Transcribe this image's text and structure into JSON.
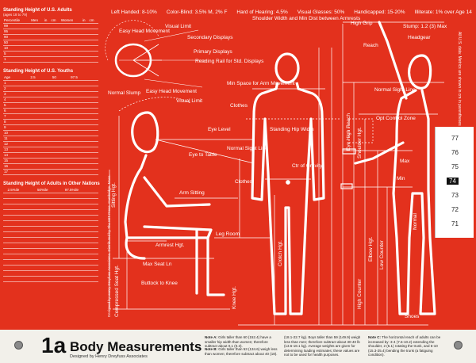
{
  "header_stats": [
    "Left Handed: 8-10%",
    "Color-Blind: 3.5% M, 2% F",
    "Hard of Hearing: 4.5%",
    "Visual Glasses: 50%",
    "Handicapped: 15-20%",
    "Illiterate: 1% over Age 14"
  ],
  "tables": {
    "adults_title": "Standing Height of U.S. Adults",
    "adults_sub": "(ages 18 to 79)",
    "adults_head": [
      "Percentile",
      "Men",
      "in",
      "cm",
      "Women",
      "in",
      "cm"
    ],
    "adults_rows": [
      [
        "99",
        "",
        "",
        "",
        "",
        "",
        ""
      ],
      [
        "95",
        "",
        "",
        "",
        "",
        "",
        ""
      ],
      [
        "90",
        "",
        "",
        "",
        "",
        "",
        ""
      ],
      [
        "50",
        "",
        "",
        "",
        "",
        "",
        ""
      ],
      [
        "10",
        "",
        "",
        "",
        "",
        "",
        ""
      ],
      [
        "5",
        "",
        "",
        "",
        "",
        "",
        ""
      ],
      [
        "1",
        "",
        "",
        "",
        "",
        "",
        ""
      ]
    ],
    "youths_title": "Standing Height of U.S. Youths",
    "youths_head": [
      "Age",
      "2.5",
      "50",
      "97.5"
    ],
    "youths_rows": [
      [
        "1",
        "",
        "",
        ""
      ],
      [
        "2",
        "",
        "",
        ""
      ],
      [
        "3",
        "",
        "",
        ""
      ],
      [
        "4",
        "",
        "",
        ""
      ],
      [
        "5",
        "",
        "",
        ""
      ],
      [
        "6",
        "",
        "",
        ""
      ],
      [
        "7",
        "",
        "",
        ""
      ],
      [
        "8",
        "",
        "",
        ""
      ],
      [
        "9",
        "",
        "",
        ""
      ],
      [
        "10",
        "",
        "",
        ""
      ],
      [
        "11",
        "",
        "",
        ""
      ],
      [
        "12",
        "",
        "",
        ""
      ],
      [
        "13",
        "",
        "",
        ""
      ],
      [
        "14",
        "",
        "",
        ""
      ],
      [
        "15",
        "",
        "",
        ""
      ],
      [
        "16",
        "",
        "",
        ""
      ],
      [
        "17",
        "",
        "",
        ""
      ]
    ],
    "nations_title": "Standing Height of Adults in Other Nations",
    "nations_head": [
      "",
      "2.5%ile",
      "50%ile",
      "97.5%ile"
    ],
    "nations_rows": [
      [
        "",
        "",
        "",
        ""
      ],
      [
        "",
        "",
        "",
        ""
      ],
      [
        "",
        "",
        "",
        ""
      ],
      [
        "",
        "",
        "",
        ""
      ],
      [
        "",
        "",
        "",
        ""
      ],
      [
        "",
        "",
        "",
        ""
      ],
      [
        "",
        "",
        "",
        ""
      ],
      [
        "",
        "",
        "",
        ""
      ],
      [
        "",
        "",
        "",
        ""
      ],
      [
        "",
        "",
        "",
        ""
      ],
      [
        "",
        "",
        "",
        ""
      ],
      [
        "",
        "",
        "",
        ""
      ],
      [
        "",
        "",
        "",
        ""
      ],
      [
        "",
        "",
        "",
        ""
      ],
      [
        "",
        "",
        "",
        ""
      ],
      [
        "",
        "",
        "",
        ""
      ]
    ]
  },
  "labels": {
    "easy_head_movement": "Easy Head Movement",
    "visual_limit": "Visual Limit",
    "secondary_displays": "Secondary Displays",
    "primary_displays": "Primary Displays",
    "reading_rail": "Reading Rail for Std. Displays",
    "normal_slump": "Normal Slump",
    "easy_head_movement_2": "Easy Head Movement",
    "visual_limit_2": "Visual Limit",
    "eye_level": "Eye Level",
    "normal_sight_line": "Normal Sight Line",
    "eye_to_table": "Eye to Table",
    "sitting_hgt": "Sitting Hgt.",
    "clothes": "Clothes",
    "arm_sitting": "Arm Sitting",
    "armrest_hgt": "Armrest Hgt.",
    "buttock_to_knee": "Buttock to Knee",
    "compressed_seat_hgt": "Compressed Seat Hgt.",
    "leg_room": "Leg Room",
    "max_seat_ln": "Max Seat Ln",
    "knee_hgt": "Knee Hgt.",
    "shoulder_width": "Shoulder Width and Min Dist between Armrests",
    "standing_hip_width": "Standing Hip Width",
    "ctr_of_gravity": "Ctr of Gravity",
    "crotch_hgt": "Crotch Hgt.",
    "min_space_arm": "Min Space for Arm Movement",
    "clothes_2": "Clothes",
    "high_grip": "High Grip",
    "reach": "Reach",
    "stump": "Stump: 1.2 (3) Max",
    "headgear": "Headgear",
    "normal_sight_line_2": "Normal Sight Line",
    "shoulder_hgt": "Shoulder Hgt.",
    "opt_control_zone": "Opt Control Zone",
    "elbow_hgt": "Elbow Hgt.",
    "low_counter": "Low Counter",
    "high_counter": "High Counter",
    "eye_high_reach": "Eye High Reach",
    "normal": "Normal",
    "max": "Max",
    "min": "Min",
    "shoes": "Shoes"
  },
  "slide_numbers": [
    "77",
    "76",
    "75",
    "74",
    "73",
    "72",
    "71"
  ],
  "selected_slide": "74",
  "side_text": "All U.S. data: Metrics are shown in cm in parentheses",
  "edge_text": "Designed by Henry Dreyfuss Associates. Distributed by The MIT Press, Cambridge, Mass.",
  "brand": {
    "number": "1a",
    "title": "Body Measurements",
    "subtitle": "Designed by Henry Dreyfuss Associates"
  },
  "notes": [
    {
      "title": "Note A:",
      "text": "Girls taller than 60 (152.4) have a smaller hip width than women; therefore subtract about 0.1 (0.3)."
    },
    {
      "title": "Note B:",
      "text": "Girls taller than 53 (134.6) weigh less than women; therefore subtract about 40 (18)."
    },
    {
      "title": "",
      "text": "(18.1-22.7 kg). Boys taller than 59 (149.9) weigh less than men; therefore subtract about 30-40 lb (13.6-18.1 kg). Average weights are given for determining loading estimates; these values are not to be used for health purposes."
    },
    {
      "title": "Note C:",
      "text": "The horizontal reach of adults can be increased by: 3-4 (7.6-10.2) extending the shoulder, 2 (5.1) rotating the trunk, and 6-10 (15.3-25.4) bending the trunk (a fatiguing condition)."
    }
  ]
}
